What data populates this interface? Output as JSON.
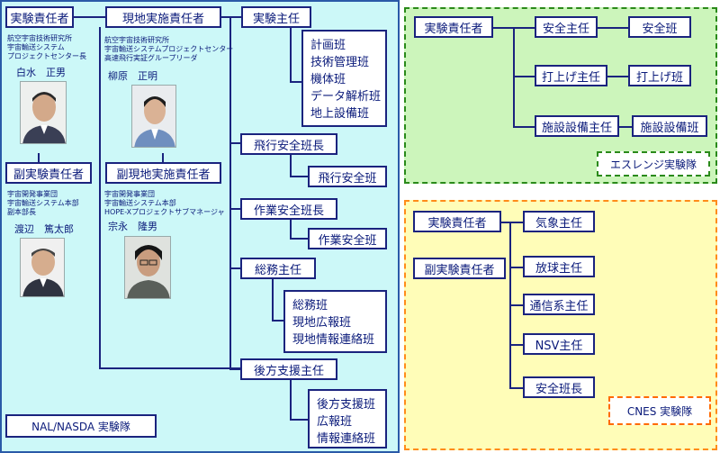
{
  "nal": {
    "label": "NAL/NASDA 実験隊",
    "director": {
      "title": "実験責任者",
      "affil": [
        "航空宇宙技術研究所",
        "宇宙輸送システム",
        "プロジェクトセンター長"
      ],
      "name": "白水　正男"
    },
    "deputy_director": {
      "title": "副実験責任者",
      "affil": [
        "宇宙開発事業団",
        "宇宙輸送システム本部",
        "副本部長"
      ],
      "name": "渡辺　篤太郎"
    },
    "site_head": {
      "title": "現地実施責任者",
      "affil": [
        "航空宇宙技術研究所",
        "宇宙輸送システムプロジェクトセンター",
        "高速飛行実証グループリーダ"
      ],
      "name": "柳原　正明"
    },
    "deputy_site_head": {
      "title": "副現地実施責任者",
      "affil": [
        "宇宙開発事業団",
        "宇宙輸送システム本部",
        "HOPE-Xプロジェクトサブマネージャ"
      ],
      "name": "宗永　隆男"
    },
    "exp_chief": {
      "title": "実験主任",
      "teams": [
        "計画班",
        "技術管理班",
        "機体班",
        "データ解析班",
        "地上設備班"
      ]
    },
    "flight_safety": {
      "title": "飛行安全班長",
      "team": "飛行安全班"
    },
    "work_safety": {
      "title": "作業安全班長",
      "team": "作業安全班"
    },
    "general_affairs": {
      "title": "総務主任",
      "teams": [
        "総務班",
        "現地広報班",
        "現地情報連絡班"
      ]
    },
    "logistics": {
      "title": "後方支援主任",
      "teams": [
        "後方支援班",
        "広報班",
        "情報連絡班"
      ]
    }
  },
  "esrange": {
    "label": "エスレンジ実験隊",
    "director": "実験責任者",
    "rows": [
      {
        "chief": "安全主任",
        "team": "安全班"
      },
      {
        "chief": "打上げ主任",
        "team": "打上げ班"
      },
      {
        "chief": "施設設備主任",
        "team": "施設設備班"
      }
    ]
  },
  "cnes": {
    "label": "CNES 実験隊",
    "director": "実験責任者",
    "deputy": "副実験責任者",
    "chiefs": [
      "気象主任",
      "放球主任",
      "通信系主任",
      "NSV主任",
      "安全班長"
    ]
  },
  "colors": {
    "box_border": "#1a237e",
    "text": "#0a1a7a",
    "nal_bg": "#ccf8f8",
    "esrange_bg": "#ccf5bb",
    "cnes_bg": "#fffdb8"
  }
}
